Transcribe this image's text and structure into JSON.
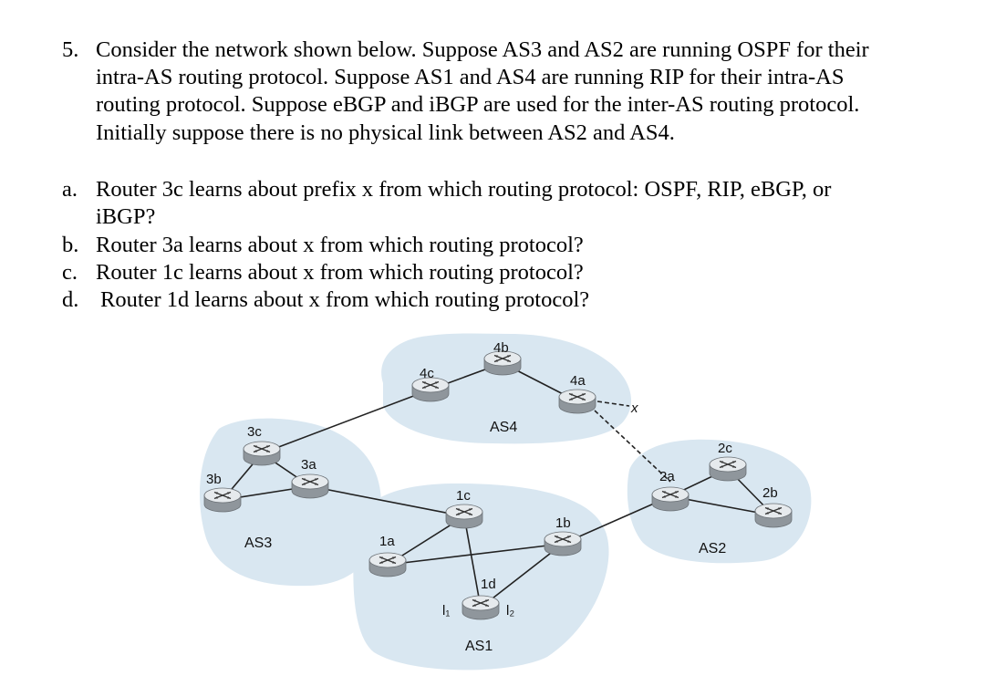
{
  "problem": {
    "number": "5.",
    "intro_lines": [
      "Consider the network shown below. Suppose AS3 and AS2 are running OSPF for their",
      "intra-AS routing protocol. Suppose AS1 and AS4 are running RIP for their intra-AS",
      "routing protocol. Suppose eBGP and iBGP are used for the inter-AS routing protocol.",
      "Initially suppose there is no physical link between AS2 and AS4."
    ],
    "parts": [
      {
        "letter": "a.",
        "lines": [
          "Router 3c learns about prefix x from which routing protocol: OSPF, RIP, eBGP, or",
          "iBGP?"
        ]
      },
      {
        "letter": "b.",
        "lines": [
          "Router 3a learns about x from which routing protocol?"
        ]
      },
      {
        "letter": "c.",
        "lines": [
          "Router 1c learns about x from which routing protocol?"
        ]
      },
      {
        "letter": "d.",
        "lines": [
          "Router 1d learns about x from which routing protocol?"
        ]
      }
    ]
  },
  "diagram": {
    "as_labels": {
      "as1": "AS1",
      "as2": "AS2",
      "as3": "AS3",
      "as4": "AS4"
    },
    "routers": {
      "r3a": "3a",
      "r3b": "3b",
      "r3c": "3c",
      "r4a": "4a",
      "r4b": "4b",
      "r4c": "4c",
      "r1a": "1a",
      "r1b": "1b",
      "r1c": "1c",
      "r1d": "1d",
      "r2a": "2a",
      "r2b": "2b",
      "r2c": "2c"
    },
    "interface_l1": "l₁",
    "interface_l2": "l₂",
    "prefix": "x",
    "colors": {
      "as_cloud": "#d9e7f1",
      "router_top": "#e6eaed",
      "router_side": "#8f969c",
      "link": "#222222"
    }
  }
}
